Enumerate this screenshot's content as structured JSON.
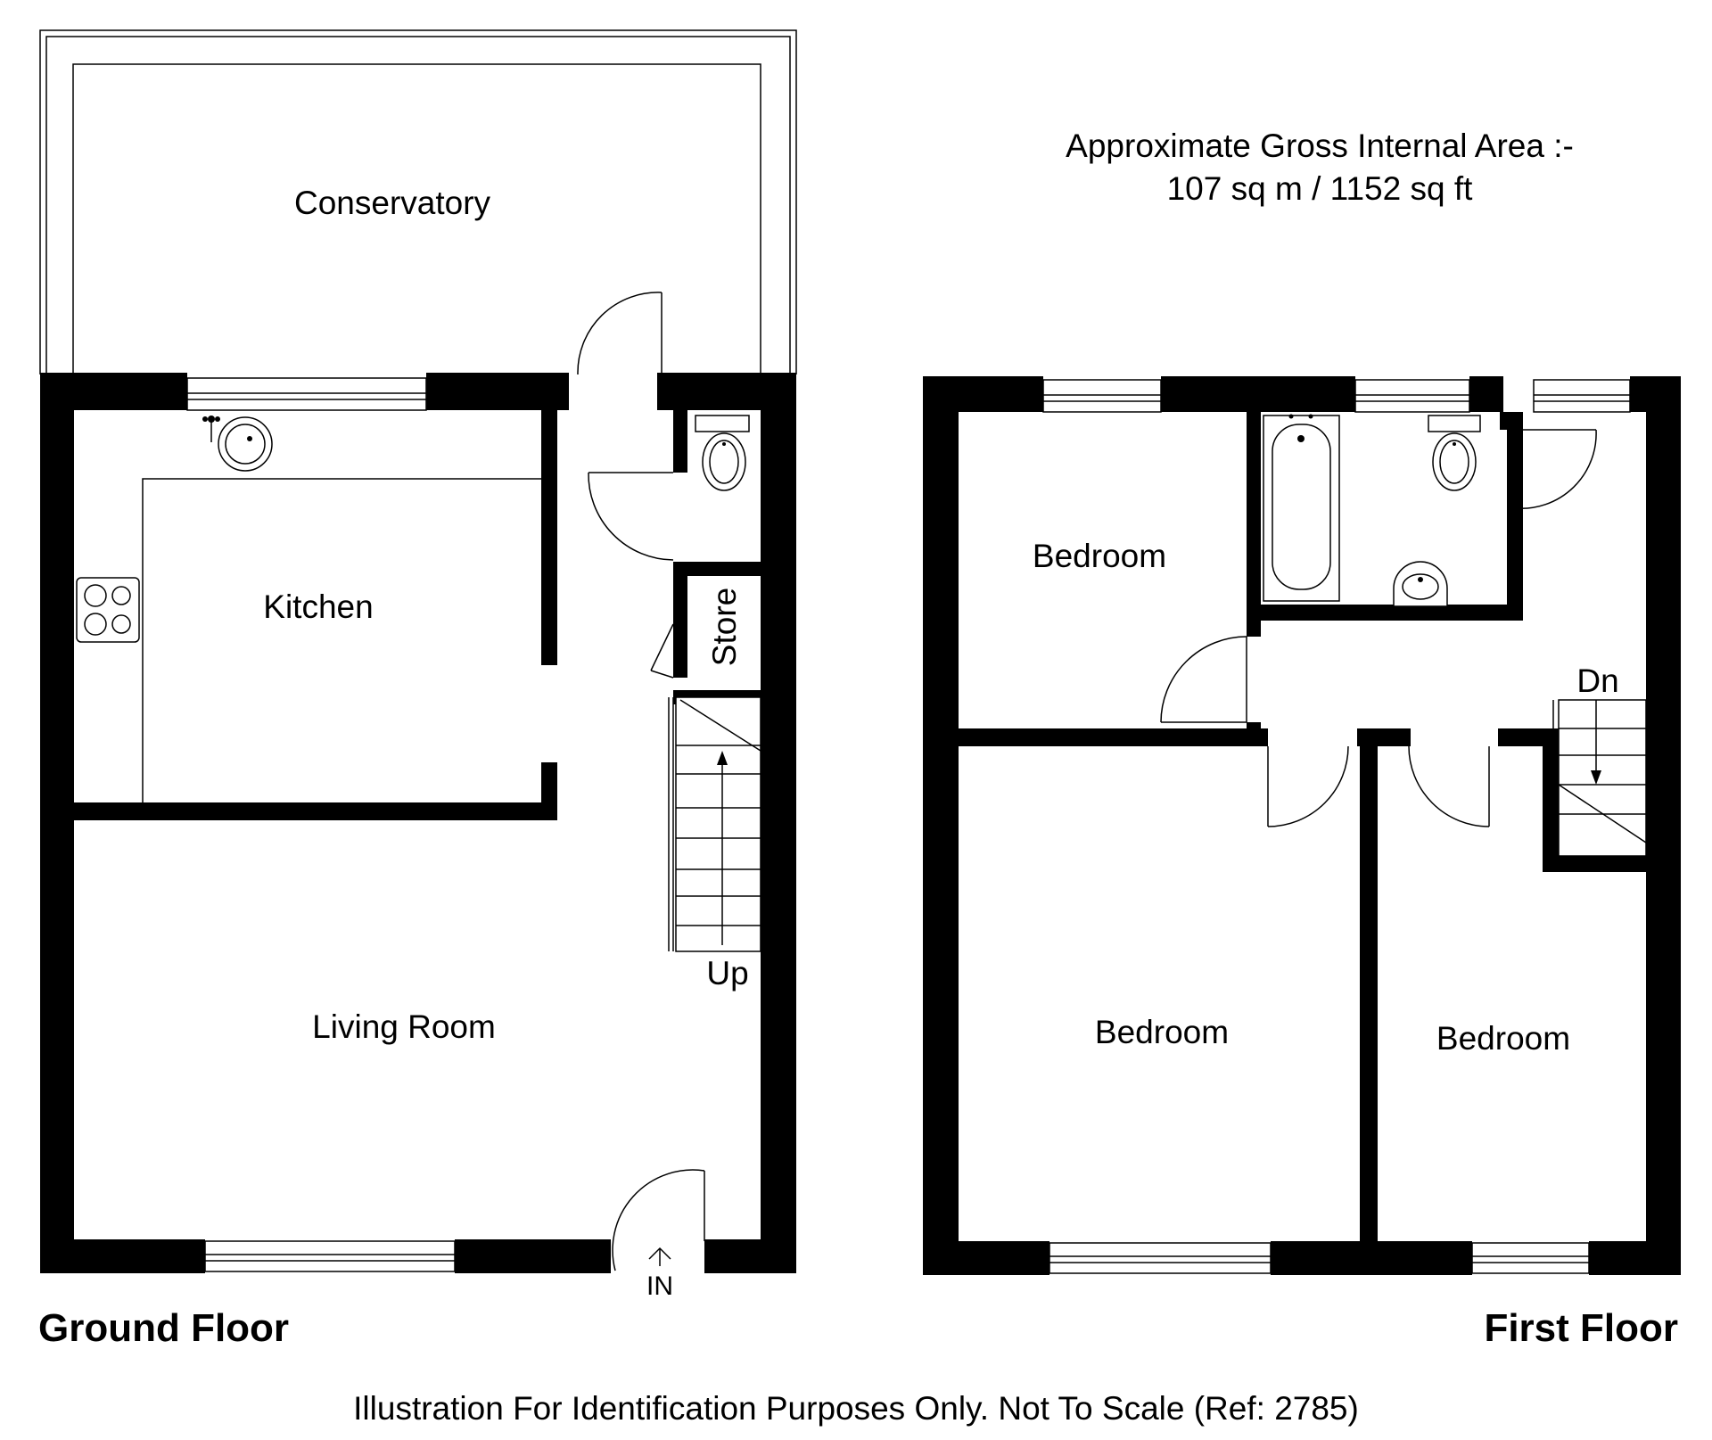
{
  "header": {
    "area_line1": "Approximate Gross Internal Area :-",
    "area_line2": "107 sq m / 1152 sq ft"
  },
  "ground_floor": {
    "label": "Ground Floor",
    "rooms": {
      "conservatory": "Conservatory",
      "kitchen": "Kitchen",
      "store": "Store",
      "living_room": "Living Room"
    },
    "stairs_label": "Up",
    "entrance_label": "IN"
  },
  "first_floor": {
    "label": "First Floor",
    "rooms": {
      "bedroom_1": "Bedroom",
      "bedroom_2": "Bedroom",
      "bedroom_3": "Bedroom"
    },
    "stairs_label": "Dn"
  },
  "footer": {
    "disclaimer": "Illustration For Identification Purposes Only. Not To Scale (Ref: 2785)"
  }
}
